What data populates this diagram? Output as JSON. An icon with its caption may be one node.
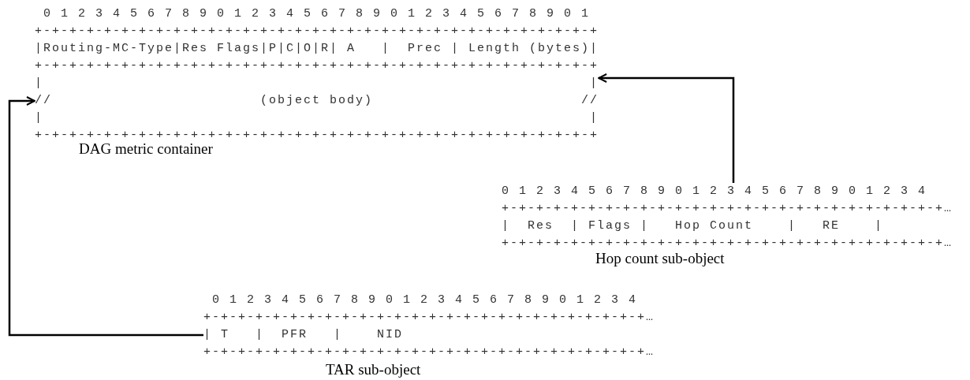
{
  "diagram": {
    "nodes": [
      {
        "text": [
          " 0 1 2 3 4 5 6 7 8 9 0 1 2 3 4 5 6 7 8 9 0 1 2 3 4 5 6 7 8 9 0 1",
          "+-+-+-+-+-+-+-+-+-+-+-+-+-+-+-+-+-+-+-+-+-+-+-+-+-+-+-+-+-+-+-+-+",
          "|Routing-MC-Type|Res Flags|P|C|O|R| A   |  Prec | Length (bytes)|",
          "+-+-+-+-+-+-+-+-+-+-+-+-+-+-+-+-+-+-+-+-+-+-+-+-+-+-+-+-+-+-+-+-+",
          "|                                                               |",
          "//                        (object body)                        //",
          "|                                                               |",
          "+-+-+-+-+-+-+-+-+-+-+-+-+-+-+-+-+-+-+-+-+-+-+-+-+-+-+-+-+-+-+-+-+"
        ],
        "beside": [
          "DAG metric container"
        ]
      },
      {
        "text": [
          "0 1 2 3 4 5 6 7 8 9 0 1 2 3 4 5 6 7 8 9 0 1 2 3 4",
          "+-+-+-+-+-+-+-+-+-+-+-+-+-+-+-+-+-+-+-+-+-+-+-+-+-+…",
          "|  Res  | Flags |   Hop Count    |   RE    |",
          "+-+-+-+-+-+-+-+-+-+-+-+-+-+-+-+-+-+-+-+-+-+-+-+-+-+…"
        ],
        "beside": [
          "Hop count sub-object"
        ]
      },
      {
        "text": [
          " 0 1 2 3 4 5 6 7 8 9 0 1 2 3 4 5 6 7 8 9 0 1 2 3 4",
          "+-+-+-+-+-+-+-+-+-+-+-+-+-+-+-+-+-+-+-+-+-+-+-+-+-+…",
          "| T   |  PFR   |    NID",
          "+-+-+-+-+-+-+-+-+-+-+-+-+-+-+-+-+-+-+-+-+-+-+-+-+-+…"
        ],
        "beside": [
          "TAR sub-object"
        ]
      }
    ],
    "edges": [
      {
        "from": 1,
        "to": 0,
        "arrow": "to"
      },
      {
        "from": 2,
        "to": 0,
        "arrow": "to"
      }
    ]
  }
}
